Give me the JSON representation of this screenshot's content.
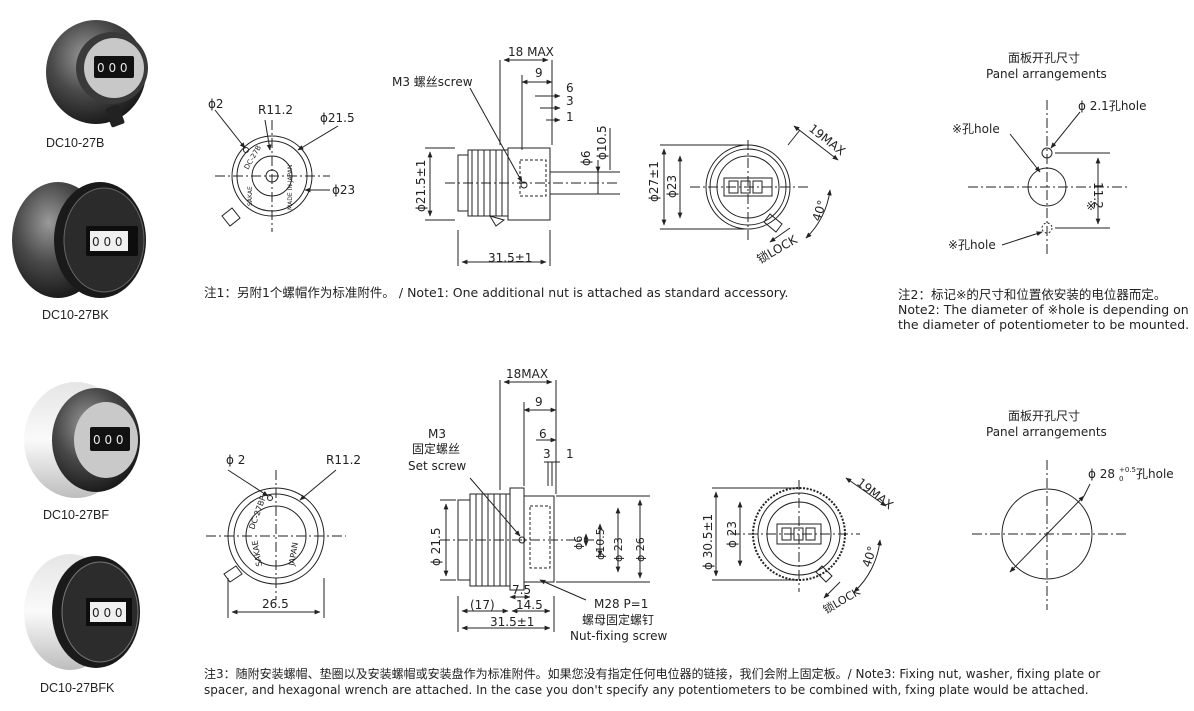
{
  "products": [
    {
      "model": "DC10-27B"
    },
    {
      "model": "DC10-27BK"
    },
    {
      "model": "DC10-27BF"
    },
    {
      "model": "DC10-27BFK"
    }
  ],
  "dial_digits": "0 0 0",
  "top": {
    "front": {
      "phi2": "ϕ2",
      "r112": "R11.2",
      "phi215": "ϕ21.5",
      "phi23": "ϕ23",
      "face_text": "DC-27B",
      "brand": "SAKAE",
      "origin": "MADE IN JAPAN"
    },
    "side": {
      "screw": "M3 螺丝screw",
      "max18": "18 MAX",
      "d9": "9",
      "d6": "6",
      "d3": "3",
      "d1": "1",
      "phi6": "ϕ6",
      "phi105": "ϕ10.5",
      "phi215": "ϕ21.5±1",
      "len315": "31.5±1"
    },
    "rear": {
      "phi27": "ϕ27±1",
      "phi23": "ϕ23",
      "max19": "19MAX",
      "deg40": "40°",
      "lock": "锁LOCK"
    },
    "panel": {
      "title_cn": "面板开孔尺寸",
      "title_en": "Panel arrangements",
      "hole21": "ϕ 2.1孔hole",
      "markhole": "※孔hole",
      "markhole2": "※孔hole",
      "dim112": "11.2",
      "mark": "※"
    },
    "note1": "注1：另附1个螺帽作为标准附件。 / Note1: One additional nut is attached as standard accessory.",
    "note2_l1": "注2：标记※的尺寸和位置依安装的电位器而定。",
    "note2_l2": "Note2: The diameter of ※hole is depending on",
    "note2_l3": "the diameter of potentiometer to be mounted."
  },
  "bottom": {
    "front": {
      "phi2": "ϕ 2",
      "r112": "R11.2",
      "w265": "26.5",
      "face_text": "DC-27BF",
      "brand": "SAKAE",
      "origin": "JAPAN"
    },
    "side": {
      "m3": "M3",
      "set_cn": "固定螺丝",
      "set_en": "Set screw",
      "max18": "18MAX",
      "d9": "9",
      "d6": "6",
      "d3": "3",
      "d1": "1",
      "phi215": "ϕ 21.5",
      "phi6": "ϕ6",
      "phi105": "ϕ10.5",
      "phi23": "ϕ 23",
      "phi26": "ϕ 26",
      "d17": "(17)",
      "d75": "7.5",
      "d145": "14.5",
      "len315": "31.5±1",
      "m28": "M28 P=1",
      "nut_cn": "螺母固定螺钉",
      "nut_en": "Nut-fixing screw"
    },
    "rear": {
      "phi305": "ϕ 30.5±1",
      "phi23": "ϕ 23",
      "max19": "19MAX",
      "deg40": "40°",
      "lock": "锁LOCK"
    },
    "panel": {
      "title_cn": "面板开孔尺寸",
      "title_en": "Panel arrangements",
      "hole28": "ϕ 28",
      "tol": "+0.5",
      "tol0": "0",
      "hole_suffix": "孔hole"
    },
    "note3_l1": "注3：随附安装螺帽、垫圈以及安装螺帽或安装盘作为标准附件。如果您没有指定任何电位器的链接，我们会附上固定板。/ Note3: Fixing nut, washer, fixing plate or",
    "note3_l2": "spacer, and hexagonal wrench are attached. In the case you don't specify any potentiometers to be combined with, fxing plate would be attached."
  }
}
